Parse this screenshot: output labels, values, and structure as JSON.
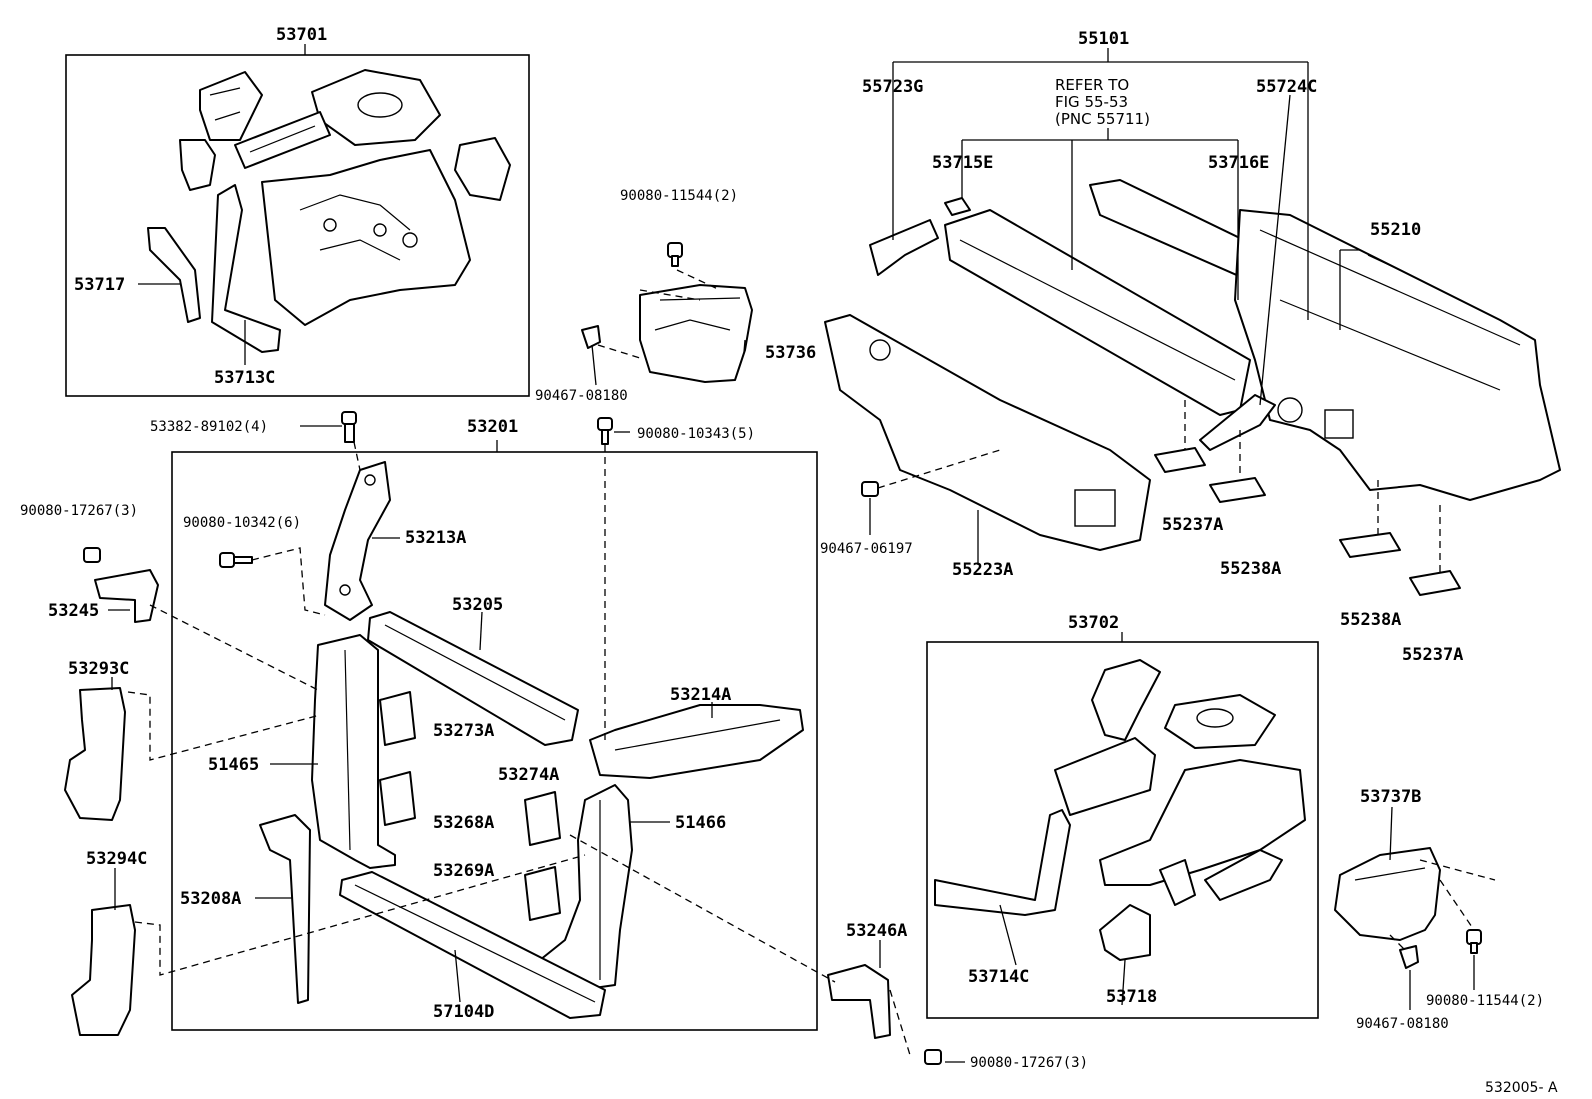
{
  "labels": {
    "p53701": "53701",
    "p53717": "53717",
    "p53713C": "53713C",
    "p90080_11544_top": "90080-11544(2)",
    "p53736": "53736",
    "p90467_08180_top": "90467-08180",
    "p53382": "53382-89102(4)",
    "p53201": "53201",
    "p90080_10343": "90080-10343(5)",
    "p90080_17267_left": "90080-17267(3)",
    "p90080_10342": "90080-10342(6)",
    "p53213A": "53213A",
    "p53245": "53245",
    "p53205": "53205",
    "p53214A": "53214A",
    "p53293C": "53293C",
    "p53273A": "53273A",
    "p51465": "51465",
    "p53274A": "53274A",
    "p51466": "51466",
    "p53268A": "53268A",
    "p53294C": "53294C",
    "p53269A": "53269A",
    "p53208A": "53208A",
    "p57104D": "57104D",
    "p53246A": "53246A",
    "p90080_17267_bottom": "90080-17267(3)",
    "p55101": "55101",
    "p55723G": "55723G",
    "p55724C": "55724C",
    "refer_line1": "REFER TO",
    "refer_line2": "FIG 55-53",
    "refer_line3": "(PNC 55711)",
    "p53715E": "53715E",
    "p53716E": "53716E",
    "p55210": "55210",
    "p90467_06197": "90467-06197",
    "p55223A": "55223A",
    "p55237A_mid": "55237A",
    "p55238A_mid": "55238A",
    "p55238A_right": "55238A",
    "p55237A_right": "55237A",
    "p53702": "53702",
    "p53714C": "53714C",
    "p53718": "53718",
    "p53737B": "53737B",
    "p90080_11544_bottom": "90080-11544(2)",
    "p90467_08180_bottom": "90467-08180",
    "figure_ref": "532005- A"
  }
}
